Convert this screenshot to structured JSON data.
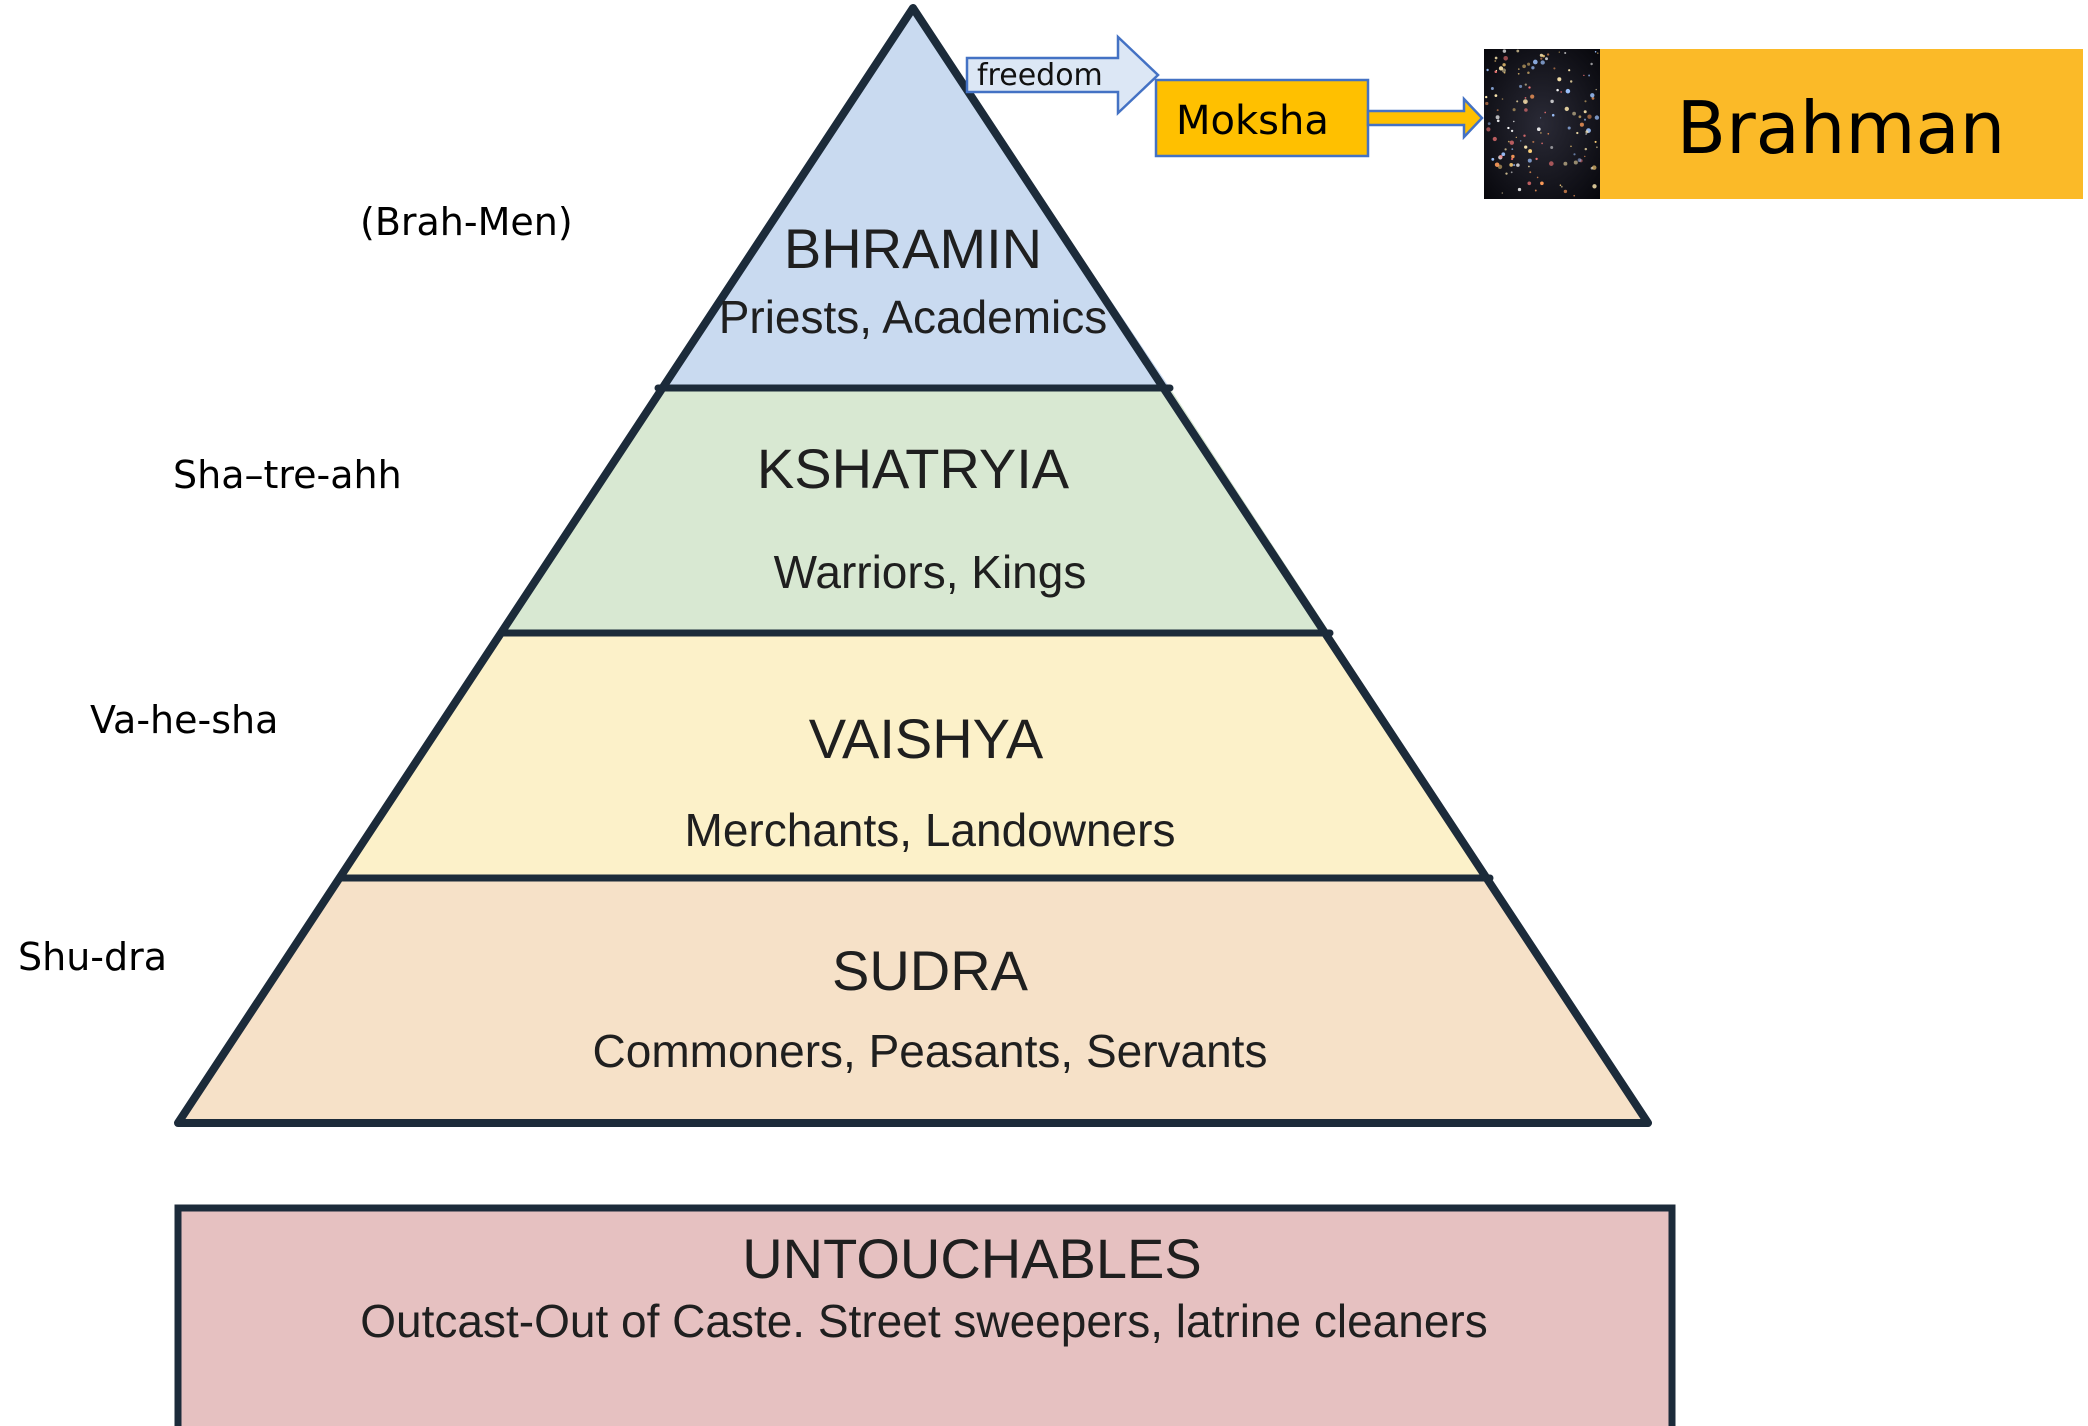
{
  "tiers": [
    {
      "title": "BHRAMIN",
      "description": "Priests, Academics",
      "pronunciation": "(Brah-Men)",
      "color": "#c9daf0"
    },
    {
      "title": "KSHATRYIA",
      "description": "Warriors, Kings",
      "pronunciation": "Sha–tre-ahh",
      "color": "#d8e8d2"
    },
    {
      "title": "VAISHYA",
      "description": "Merchants, Landowners",
      "pronunciation": "Va-he-sha",
      "color": "#fcf1c9"
    },
    {
      "title": "SUDRA",
      "description": "Commoners, Peasants, Servants",
      "pronunciation": "Shu-dra",
      "color": "#f6e1c8"
    }
  ],
  "untouchables": {
    "title": "UNTOUCHABLES",
    "description": "Outcast-Out of Caste. Street sweepers, latrine cleaners",
    "color": "#e6c1c1"
  },
  "moksha_flow": {
    "freedom_label": "freedom",
    "moksha_label": "Moksha",
    "brahman_label": "Brahman",
    "moksha_color": "#ffc000",
    "brahman_color": "#fbba28",
    "arrow_fill": "#dce7f5",
    "arrow_stroke": "#4472c4"
  },
  "outline_color": "#1c2b3a"
}
